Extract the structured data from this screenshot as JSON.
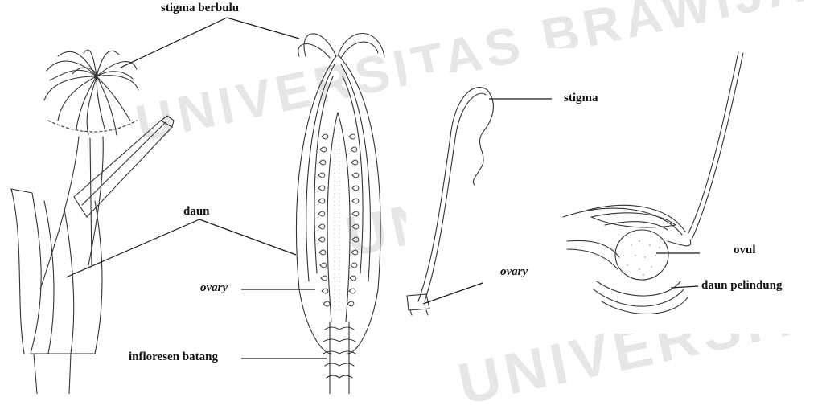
{
  "watermark": {
    "text": "UNIVERSITAS BRAWIJAYA",
    "color": "#e6e6e6"
  },
  "figure": {
    "labels": {
      "stigma_berbulu": "stigma berbulu",
      "daun": "daun",
      "ovary_left": "ovary",
      "infloresen_batang": "infloresen batang",
      "stigma": "stigma",
      "ovary_right": "ovary",
      "ovul": "ovul",
      "daun_pelindung": "daun pelindung"
    },
    "line_color": "#1a1a1a"
  }
}
